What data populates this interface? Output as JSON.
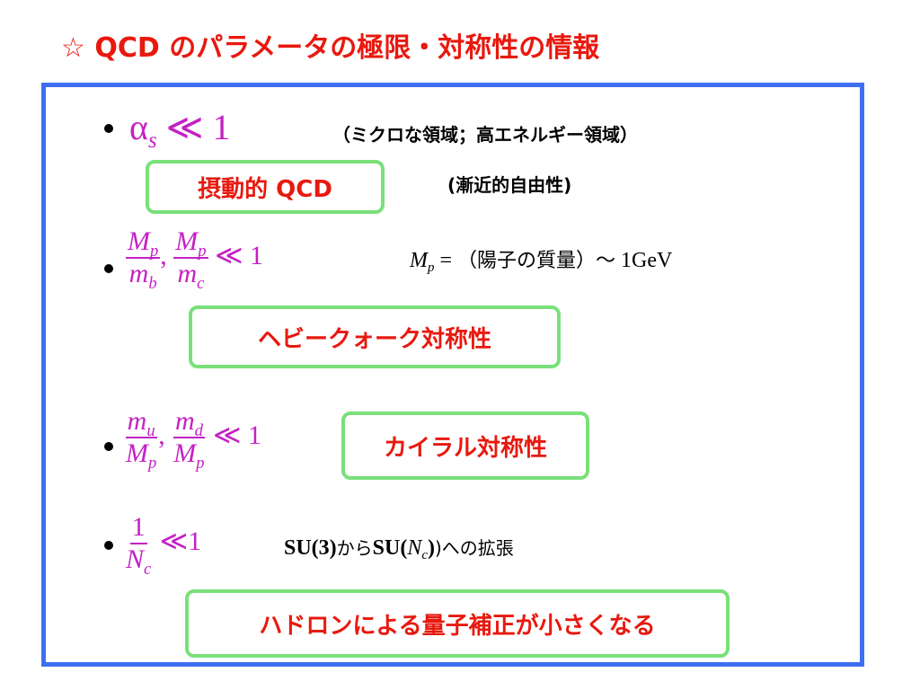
{
  "title": "☆ QCD のパラメータの極限・対称性の情報",
  "items": [
    {
      "note": "（ミクロな領域；高エネルギー領域）",
      "box": "摂動的 QCD",
      "note2": "(漸近的自由性)"
    },
    {
      "note_prefix": "（陽子の質量）～",
      "note_value": "1GeV",
      "box": "ヘビークォーク対称性"
    },
    {
      "box": "カイラル対称性"
    },
    {
      "note_a": "SU(3)",
      "note_b": "から",
      "note_c": "SU(",
      "note_d": ")への拡張",
      "box": "ハドロンによる量子補正が小さくなる"
    }
  ],
  "colors": {
    "title": "#e8190f",
    "frame": "#3f6ff0",
    "box_border": "#7ae07a",
    "math": "#c421c4",
    "box_text": "#e8190f"
  }
}
